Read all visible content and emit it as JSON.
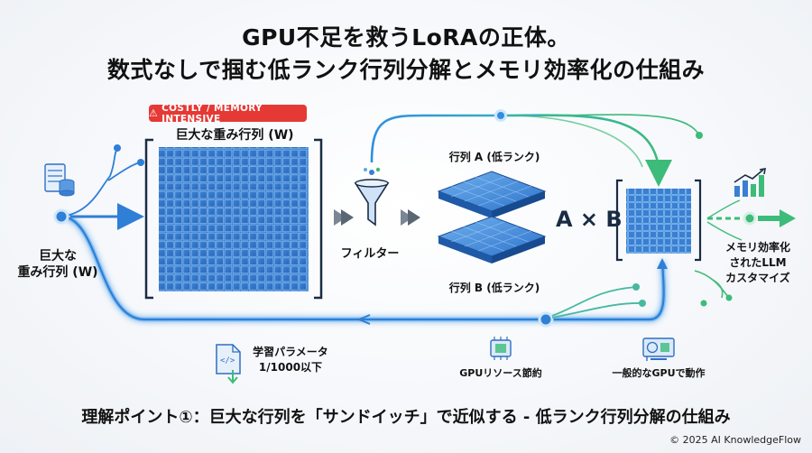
{
  "title_line1": "GPU不足を救うLoRAの正体。",
  "title_line2": "数式なしで掴む低ランク行列分解とメモリ効率化の仕組み",
  "badge": {
    "icon": "warning-icon",
    "text": "COSTLY / MEMORY INTENSIVE",
    "color": "#e53935"
  },
  "big_matrix": {
    "label": "巨大な重み行列 (W)"
  },
  "left_input": {
    "label_line1": "巨大な",
    "label_line2": "重み行列 (W)"
  },
  "filter": {
    "label": "フィルター"
  },
  "matrix_a": {
    "label": "行列 A (低ランク)"
  },
  "matrix_b": {
    "label": "行列 B (低ランク)"
  },
  "product": {
    "label": "A × B"
  },
  "output": {
    "label_line1": "メモリ効率化",
    "label_line2": "されたLLM",
    "label_line3": "カスタマイズ"
  },
  "params": {
    "label_line1": "学習パラメータ",
    "label_line2": "1/1000以下"
  },
  "gpu_resource": {
    "label": "GPUリソース節約"
  },
  "general_gpu": {
    "label": "一般的なGPUで動作"
  },
  "bottom_caption": "理解ポイント①：巨大な行列を「サンドイッチ」で近似する - 低ランク行列分解の仕組み",
  "copyright": "© 2025 AI KnowledgeFlow",
  "colors": {
    "blue": "#2f7fd6",
    "green": "#3dbb7a",
    "navy": "#1a2b44",
    "red": "#e53935"
  }
}
